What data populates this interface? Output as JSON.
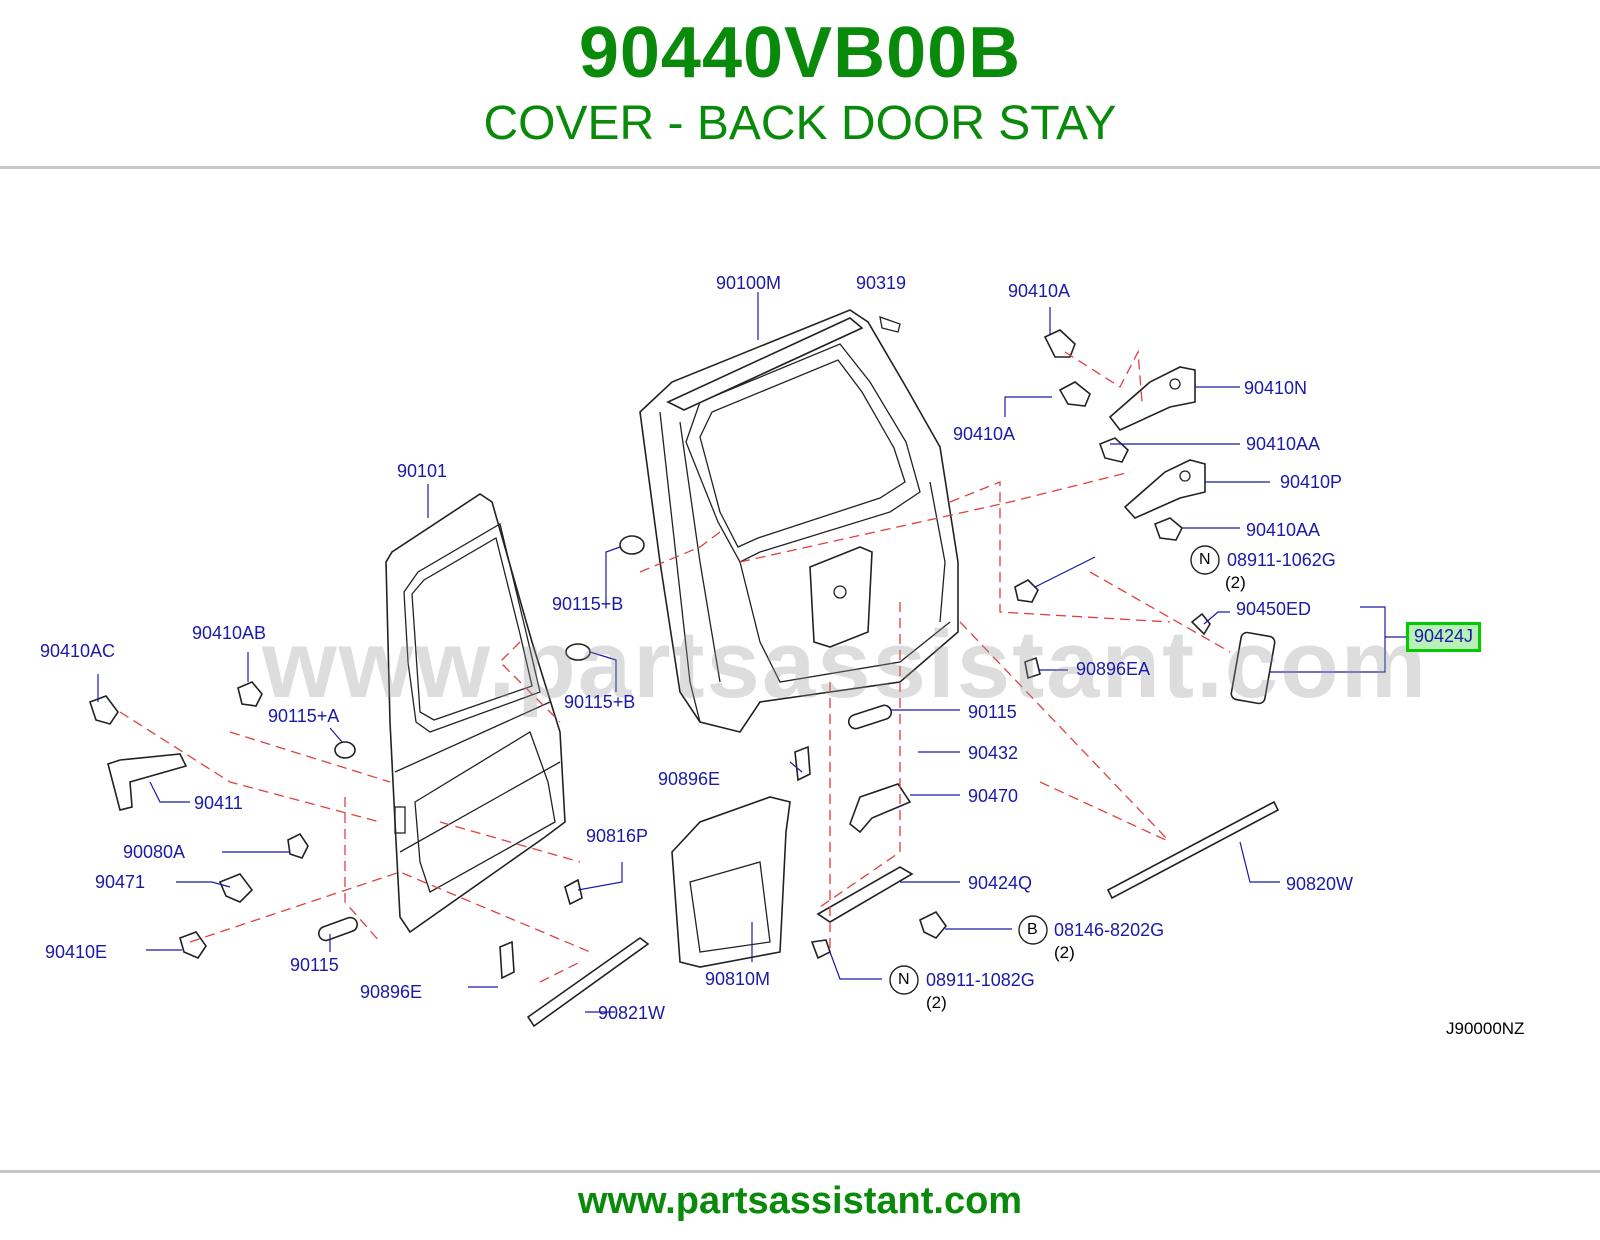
{
  "header": {
    "part_number": "90440VB00B",
    "part_name": "COVER - BACK DOOR STAY"
  },
  "diagram": {
    "watermark": "www.partsassistant.com",
    "reference_code": "J90000NZ",
    "highlighted_part": "90424J",
    "callouts": {
      "c90100M": "90100M",
      "c90319": "90319",
      "c90410A_top": "90410A",
      "c90410N": "90410N",
      "c90410A_mid": "90410A",
      "c90410AA_1": "90410AA",
      "c90410P": "90410P",
      "c90410AA_2": "90410AA",
      "c08911_1062G": "08911-1062G",
      "c90450ED": "90450ED",
      "c90424J": "90424J",
      "c90896EA": "90896EA",
      "c90101": "90101",
      "c90115B_1": "90115+B",
      "c90115B_2": "90115+B",
      "c90410AC": "90410AC",
      "c90410AB": "90410AB",
      "c90115A": "90115+A",
      "c90411": "90411",
      "c90080A": "90080A",
      "c90471": "90471",
      "c90410E": "90410E",
      "c90115_left": "90115",
      "c90896E_left": "90896E",
      "c90821W": "90821W",
      "c90816P": "90816P",
      "c90810M": "90810M",
      "c90896E_mid": "90896E",
      "c90115_right": "90115",
      "c90432": "90432",
      "c90470": "90470",
      "c90424Q": "90424Q",
      "c08146_8202G": "08146-8202G",
      "c08911_1082G": "08911-1082G",
      "c90820W": "90820W"
    },
    "badges": {
      "n1": "N",
      "b1": "B",
      "n2": "N"
    },
    "quantities": {
      "q1": "(2)",
      "q2": "(2)",
      "q3": "(2)"
    },
    "colors": {
      "title_green": "#0a8a0a",
      "callout_blue": "#1a1aa8",
      "leader_red_dashed": "#e04040",
      "highlight_border": "#00cc00",
      "highlight_fill": "#b8f0b8"
    }
  },
  "footer": {
    "url": "www.partsassistant.com"
  }
}
